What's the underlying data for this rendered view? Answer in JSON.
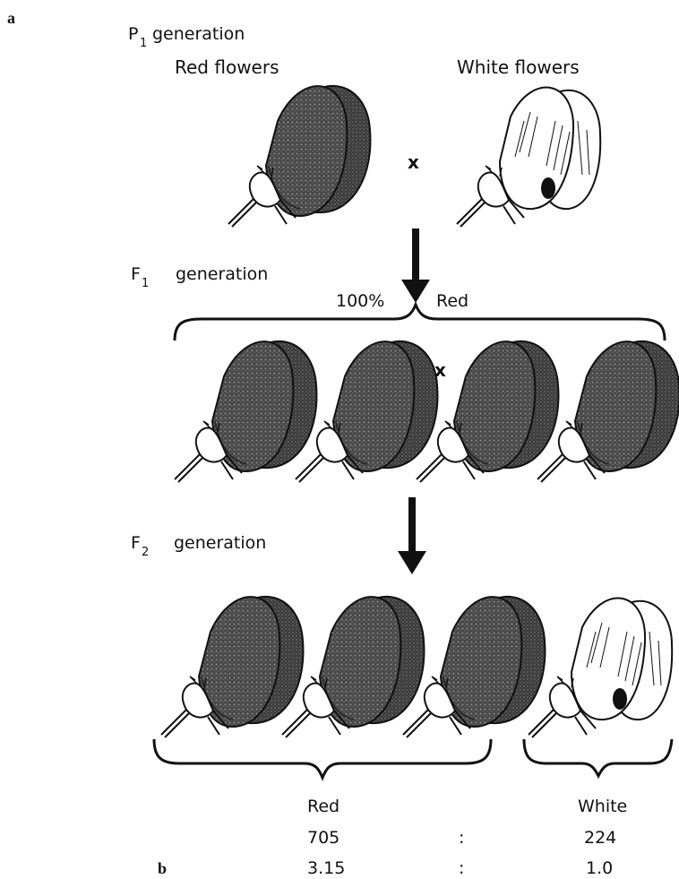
{
  "panel_labels": {
    "a": "a",
    "b": "b"
  },
  "p1": {
    "gen_letter": "P",
    "gen_sub": "1",
    "gen_word": "generation",
    "red_label": "Red flowers",
    "white_label": "White flowers",
    "cross": "x"
  },
  "f1": {
    "gen_letter": "F",
    "gen_sub": "1",
    "gen_word": "generation",
    "percent": "100%",
    "color": "Red",
    "cross": "x"
  },
  "f2": {
    "gen_letter": "F",
    "gen_sub": "2",
    "gen_word": "generation"
  },
  "results": {
    "red_label": "Red",
    "white_label": "White",
    "red_count": "705",
    "white_count": "224",
    "red_ratio": "3.15",
    "white_ratio": "1.0",
    "separator": ":"
  },
  "colors": {
    "ink": "#111111",
    "red_flower_fill": "#3a3a3a",
    "white_flower_fill": "#ffffff"
  }
}
